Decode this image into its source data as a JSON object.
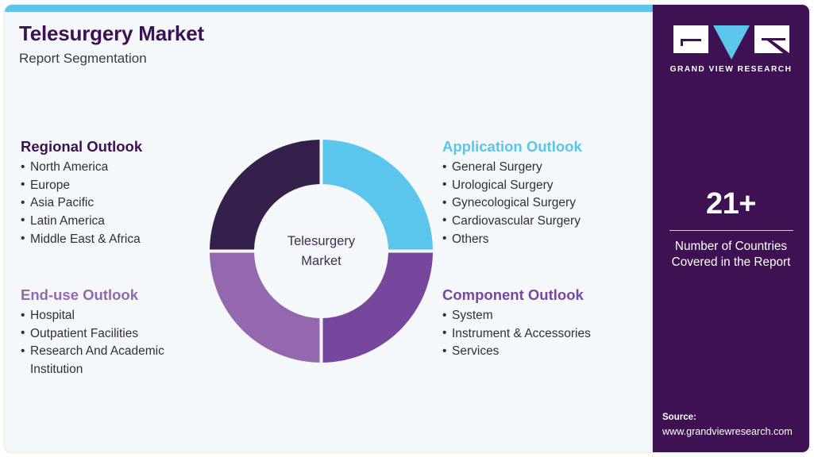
{
  "header": {
    "title": "Telesurgery Market",
    "subtitle": "Report Segmentation"
  },
  "donut": {
    "center_line1": "Telesurgery",
    "center_line2": "Market"
  },
  "sections": {
    "regional": {
      "heading": "Regional Outlook",
      "items": [
        "North America",
        "Europe",
        "Asia Pacific",
        "Latin America",
        "Middle East & Africa"
      ]
    },
    "enduse": {
      "heading": "End-use Outlook",
      "items": [
        "Hospital",
        "Outpatient Facilities",
        "Research And Academic Institution"
      ]
    },
    "application": {
      "heading": "Application Outlook",
      "items": [
        "General Surgery",
        "Urological Surgery",
        "Gynecological Surgery",
        "Cardiovascular Surgery",
        "Others"
      ]
    },
    "component": {
      "heading": "Component Outlook",
      "items": [
        "System",
        "Instrument & Accessories",
        "Services"
      ]
    }
  },
  "sidebar": {
    "logo_wordmark": "GRAND VIEW RESEARCH",
    "stat_number": "21+",
    "stat_caption_line1": "Number of Countries",
    "stat_caption_line2": "Covered in the Report",
    "source_label": "Source:",
    "source_url": "www.grandviewresearch.com"
  },
  "bullet_glyph": "•",
  "chart_data": {
    "type": "pie",
    "title": "Telesurgery Market",
    "subtitle": "Report Segmentation",
    "center_label": "Telesurgery Market",
    "legend_position": "around",
    "categories": [
      "Application Outlook",
      "Component Outlook",
      "End-use Outlook",
      "Regional Outlook"
    ],
    "values": [
      25,
      25,
      25,
      25
    ],
    "colors": [
      "#5bc5ec",
      "#77479e",
      "#9468ae",
      "#35204b"
    ],
    "segment_order": [
      "top-right",
      "bottom-right",
      "bottom-left",
      "top-left"
    ]
  },
  "colors": {
    "accent_blue": "#5bc5ec",
    "brand_purple": "#3d1152",
    "mid_purple": "#77479e",
    "mauve": "#9468ae",
    "dark_purple": "#35204b",
    "panel_bg": "#f4f8fa",
    "text_dark": "#2f2f38"
  }
}
